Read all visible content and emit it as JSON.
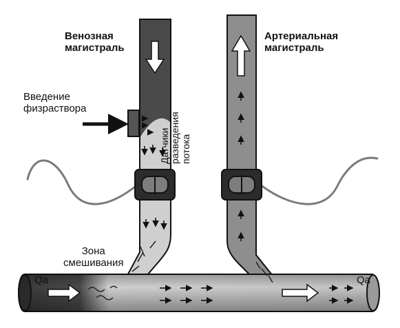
{
  "labels": {
    "venous_line": "Венозная\nмагистраль",
    "arterial_line": "Артериальная\nмагистраль",
    "saline_injection": "Введение\nфизраствора",
    "flow_sensors": "Датчики\nразведения\nпотока",
    "mixing_zone": "Зона\nсмешивания",
    "qa_left": "Qa",
    "qa_right": "Qa"
  },
  "colors": {
    "venous_dark": "#4a4a4a",
    "venous_light": "#cfcfcf",
    "arterial": "#8e8e8e",
    "vessel_dark": "#3a3a3a",
    "vessel_light": "#c8c8c8",
    "sensor": "#2c2c2c",
    "cable": "#7a7a7a"
  }
}
